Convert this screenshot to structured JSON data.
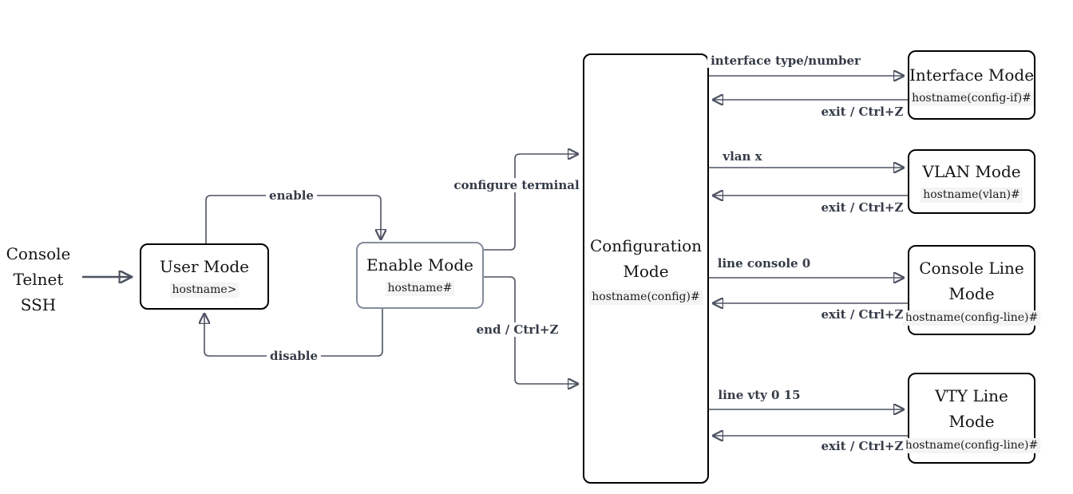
{
  "diagram": {
    "access_methods": [
      "Console",
      "Telnet",
      "SSH"
    ],
    "nodes": {
      "user_mode": {
        "title": "User Mode",
        "prompt": "hostname>"
      },
      "enable_mode": {
        "title": "Enable Mode",
        "prompt": "hostname#"
      },
      "config_mode": {
        "title_line1": "Configuration",
        "title_line2": "Mode",
        "prompt": "hostname(config)#"
      },
      "interface_mode": {
        "title": "Interface Mode",
        "prompt": "hostname(config-if)#"
      },
      "vlan_mode": {
        "title": "VLAN Mode",
        "prompt": "hostname(vlan)#"
      },
      "console_line_mode": {
        "title_line1": "Console Line",
        "title_line2": "Mode",
        "prompt": "hostname(config-line)#"
      },
      "vty_line_mode": {
        "title_line1": "VTY Line",
        "title_line2": "Mode",
        "prompt": "hostname(config-line)#"
      }
    },
    "edges": {
      "enable": {
        "label": "enable"
      },
      "disable": {
        "label": "disable"
      },
      "configure_terminal": {
        "label": "configure terminal"
      },
      "end": {
        "label": "end / Ctrl+Z"
      },
      "interface": {
        "label": "interface type/number"
      },
      "interface_exit": {
        "label": "exit / Ctrl+Z"
      },
      "vlan": {
        "label": "vlan x"
      },
      "vlan_exit": {
        "label": "exit / Ctrl+Z"
      },
      "console_line": {
        "label": "line console 0"
      },
      "console_line_exit": {
        "label": "exit / Ctrl+Z"
      },
      "vty_line": {
        "label": "line vty 0 15"
      },
      "vty_line_exit": {
        "label": "exit / Ctrl+Z"
      }
    },
    "colors": {
      "connector": "#4d5362",
      "box_border_dark": "#000000",
      "box_border_gray": "#848d9b",
      "prompt_highlight": "#f4f4f4",
      "label_text": "#343b47",
      "background": "#ffffff"
    }
  }
}
